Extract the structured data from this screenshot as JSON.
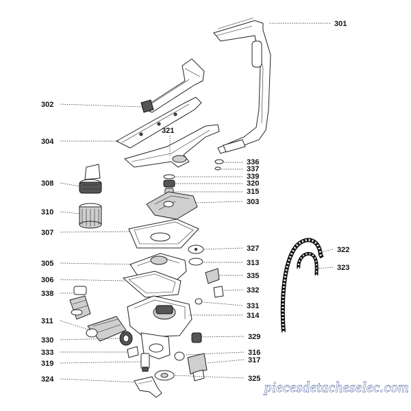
{
  "diagram": {
    "callouts": [
      "301",
      "302",
      "304",
      "321",
      "336",
      "337",
      "339",
      "320",
      "315",
      "303",
      "308",
      "310",
      "307",
      "327",
      "322",
      "323",
      "305",
      "313",
      "306",
      "335",
      "332",
      "338",
      "331",
      "314",
      "311",
      "329",
      "330",
      "316",
      "333",
      "317",
      "319",
      "324",
      "325"
    ]
  },
  "watermark": {
    "text": "piecesdetacheselec.com"
  }
}
